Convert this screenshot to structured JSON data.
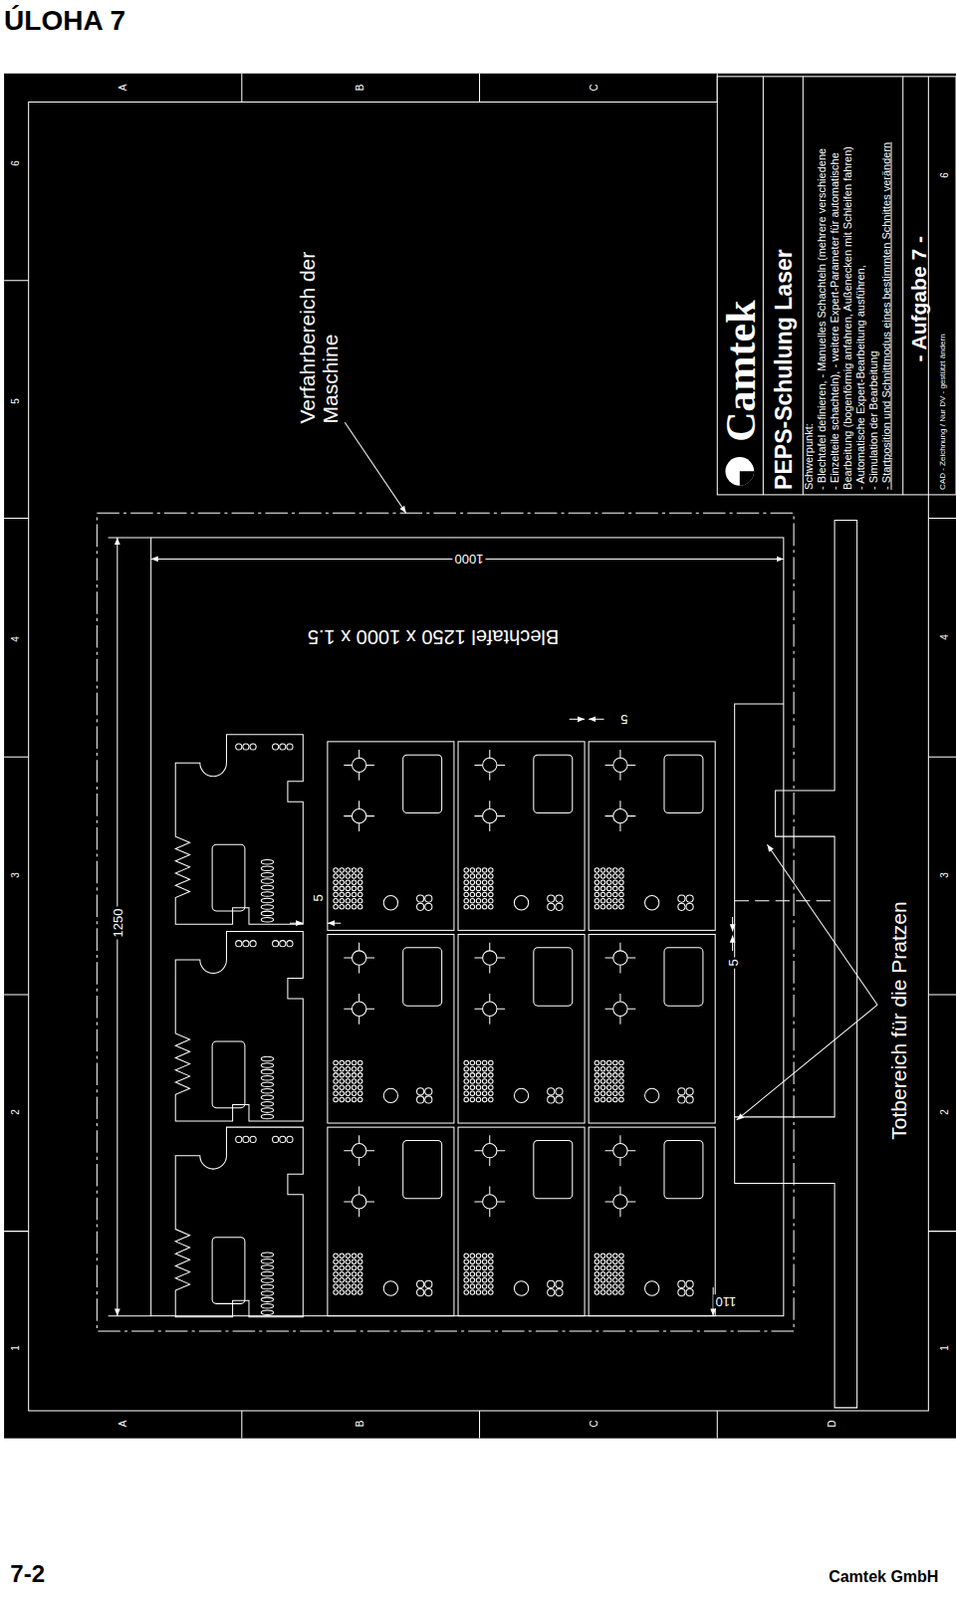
{
  "diagram": {
    "title": "ÚLOHA 7",
    "nodes": [
      {
        "text": [
          "Camtek",
          "PEPS-Schulung Laser",
          "Schwerpunkt:",
          "- Blechtafel definieren, - Manuelles Schachteln (mehrere verschiedene",
          "- Einzelteile schachteln), - weitere Expert-Parameter für automatische",
          "Bearbeitung (bogenförmig anfahren, Außenecken mit Schleifen fahren)",
          "- Automatische Expert-Bearbeitung ausführen,",
          "- Simulation der Bearbeitung",
          "- Startposition und Schnittmodus eines bestimmten Schnittes verändern",
          "- Aufgabe 7 -",
          "CAD - Zeichnung / Nur DV - gestützt ändern"
        ]
      }
    ],
    "labels": [
      "A",
      "B",
      "C",
      "6",
      "5",
      "4",
      "3",
      "2",
      "1",
      "Verfahrbereich der Maschine",
      "1000",
      "Blechtafel 1250 x 1000 x 1.5",
      "5",
      "1250",
      "5",
      "5",
      "110",
      "Totbereich für die Pratzen",
      "6",
      "4",
      "3",
      "2",
      "1",
      "A",
      "B",
      "C",
      "D",
      "7-2",
      "Camtek GmbH"
    ]
  }
}
